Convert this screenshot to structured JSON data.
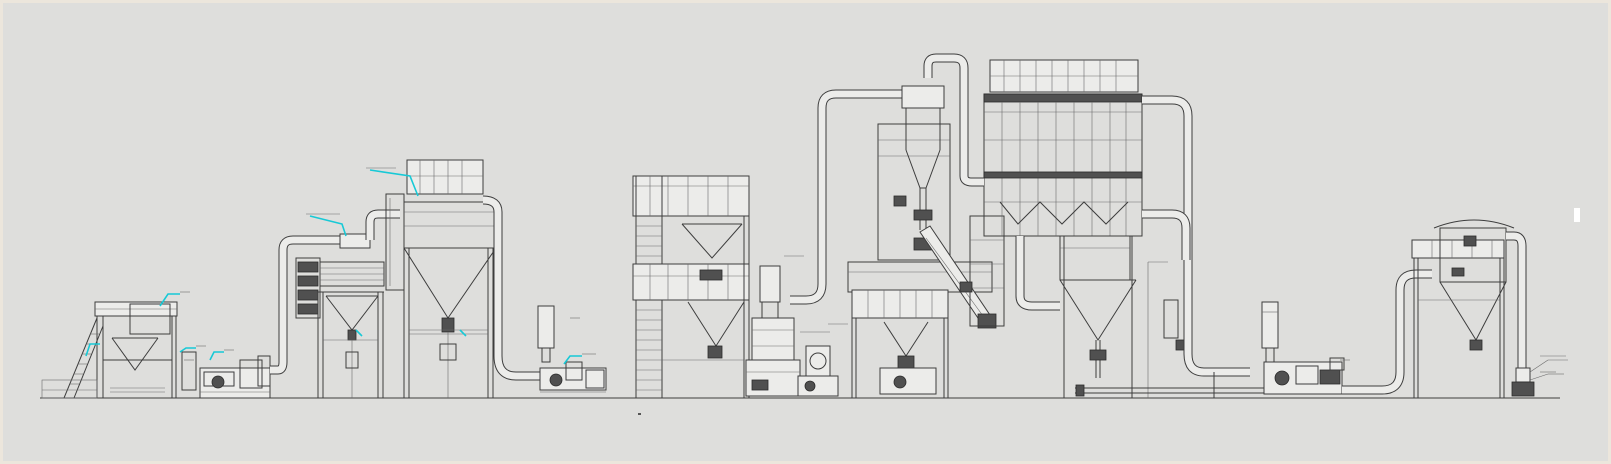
{
  "diagram": {
    "type": "process-flow-elevation",
    "colors": {
      "background": "#dededc",
      "border": "#ece6dc",
      "line": "#3d3d3d",
      "leader": "#17c9d6"
    },
    "equipment": [
      {
        "id": "feed-hopper-stairs"
      },
      {
        "id": "feed-crusher"
      },
      {
        "id": "cyclone-1"
      },
      {
        "id": "silo-1"
      },
      {
        "id": "bag-filter-1"
      },
      {
        "id": "screw-feeder-1"
      },
      {
        "id": "tower-structure-1"
      },
      {
        "id": "classifier-mill"
      },
      {
        "id": "fan-1"
      },
      {
        "id": "tower-structure-2"
      },
      {
        "id": "cyclone-2"
      },
      {
        "id": "bucket-elevator"
      },
      {
        "id": "pulse-bag-filter-large"
      },
      {
        "id": "screw-feeder-2"
      },
      {
        "id": "product-silo"
      },
      {
        "id": "packing-machine"
      }
    ]
  }
}
